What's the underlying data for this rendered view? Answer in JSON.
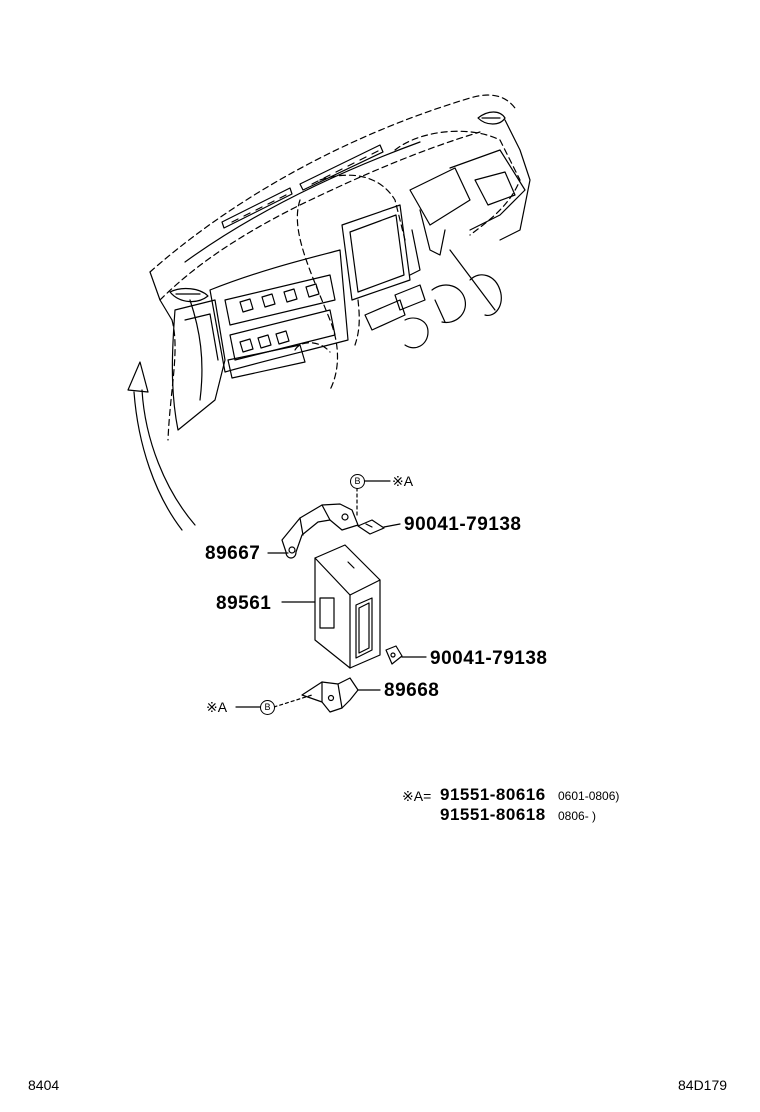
{
  "parts": {
    "bracket_upper": "89667",
    "control_unit": "89561",
    "bolt_upper": "90041-79138",
    "bolt_lower": "90041-79138",
    "bracket_lower": "89668"
  },
  "refs": {
    "mark_a": "※A",
    "mark_a_lower": "※A",
    "b_upper": "B",
    "b_lower": "B"
  },
  "note": {
    "prefix": "※A=",
    "line1_part": "91551-80616",
    "line1_range": "0601-0806)",
    "line2_part": "91551-80618",
    "line2_range": "0806‐       )"
  },
  "footer": {
    "left_code": "8404",
    "right_code": "84D179"
  }
}
